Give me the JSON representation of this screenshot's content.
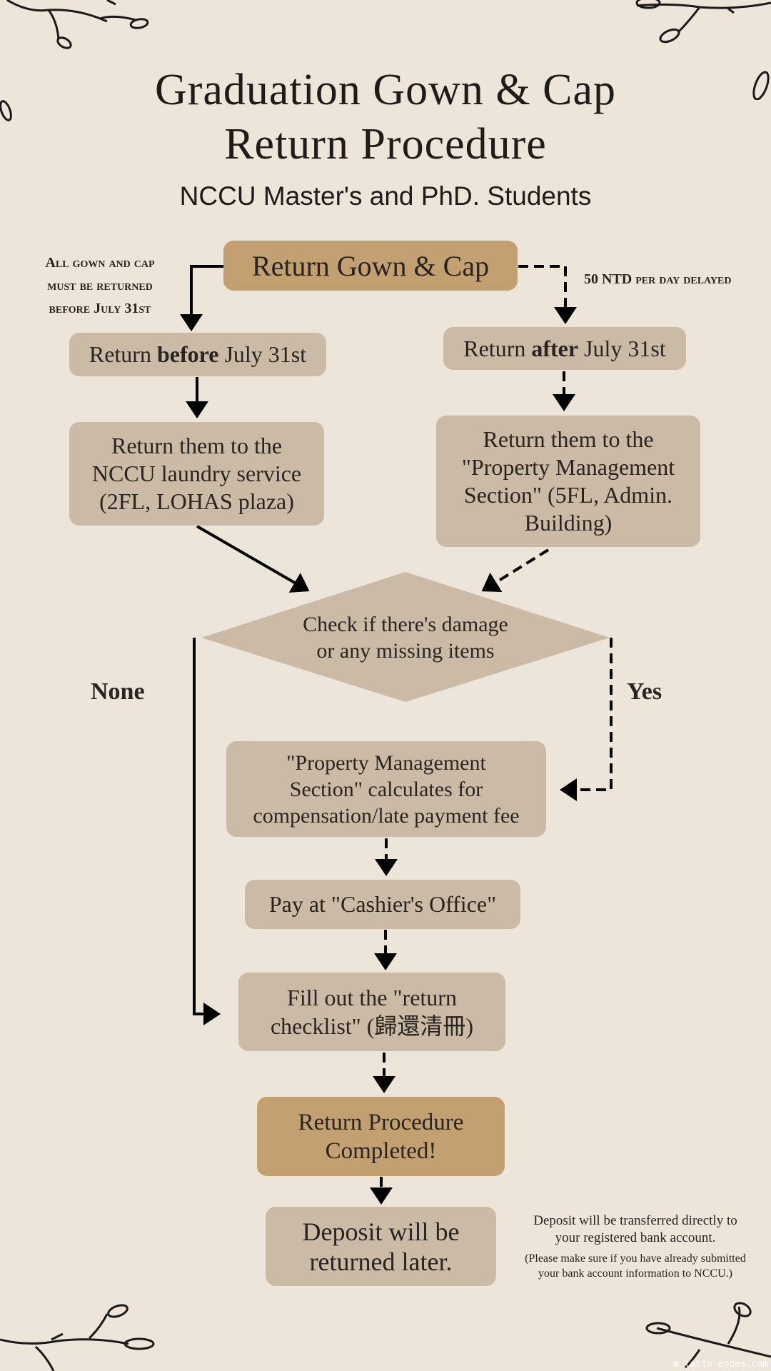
{
  "header": {
    "title_line1": "Graduation Gown & Cap",
    "title_line2": "Return Procedure",
    "subtitle": "NCCU  Master's and PhD. Students"
  },
  "notes": {
    "deadline_line1": "All gown and cap",
    "deadline_line2": "must be returned",
    "deadline_line3": "before July 31st",
    "late_fee": "50 NTD per day delayed"
  },
  "nodes": {
    "start": "Return Gown & Cap",
    "before_prefix": "Return ",
    "before_bold": "before",
    "before_suffix": " July 31st",
    "after_prefix": "Return ",
    "after_bold": "after",
    "after_suffix": " July 31st",
    "laundry_line1": "Return them to the",
    "laundry_line2": "NCCU laundry service",
    "laundry_line3": "(2FL, LOHAS plaza)",
    "property_line1": "Return them to the",
    "property_line2": "\"Property Management",
    "property_line3": "Section\" (5FL, Admin.",
    "property_line4": "Building)",
    "check_line1": "Check if there's damage",
    "check_line2": "or any missing items",
    "calc_line1": "\"Property Management",
    "calc_line2": "Section\" calculates for",
    "calc_line3": "compensation/late payment fee",
    "pay": "Pay at \"Cashier's Office\"",
    "checklist_line1": "Fill out the \"return",
    "checklist_line2": "checklist\" (歸還清冊)",
    "complete_line1": "Return Procedure",
    "complete_line2": "Completed!",
    "deposit_line1": "Deposit will be",
    "deposit_line2": "returned later."
  },
  "branches": {
    "none": "None",
    "yes": "Yes"
  },
  "deposit_info": {
    "line1": "Deposit will be transferred directly to",
    "line2": "your registered bank account.",
    "line3": "(Please make sure if you have already submitted",
    "line4": "your bank account information to NCCU.)"
  },
  "watermark": "m.latin-andes.com",
  "colors": {
    "background": "#ede4da",
    "box": "#cbbba6",
    "accent_box": "#c3a072",
    "ink": "#2a2420"
  }
}
